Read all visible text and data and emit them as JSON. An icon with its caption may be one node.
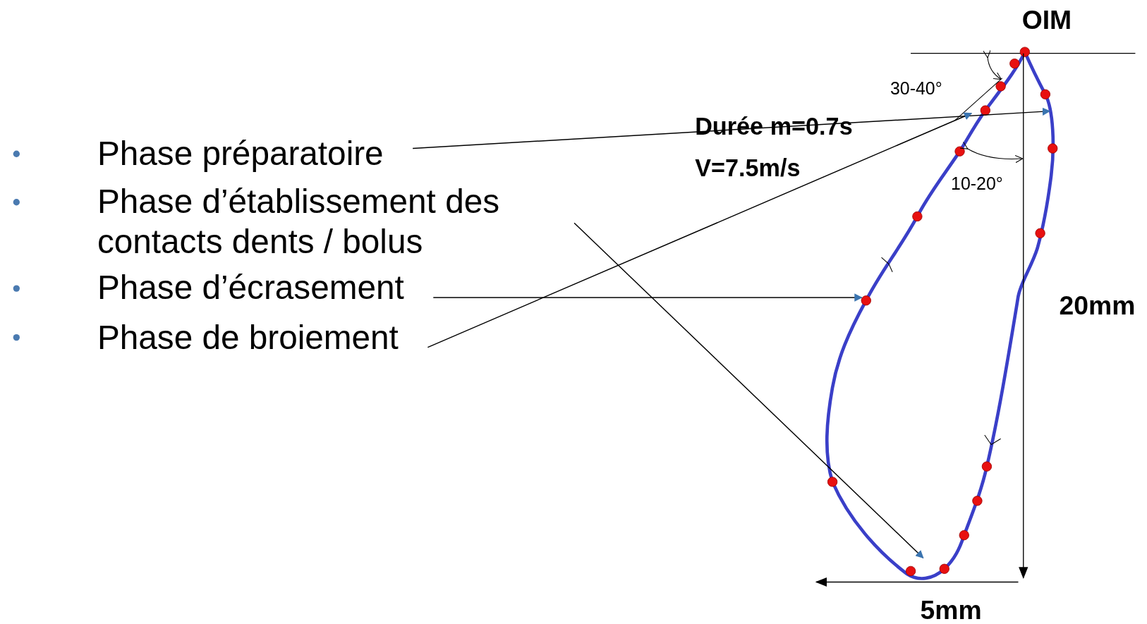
{
  "diagram": {
    "nodes": [
      {
        "text": [
          "Phase préparatoire"
        ]
      },
      {
        "text": [
          "Phase d’établissement des contacts dents / bolus"
        ]
      },
      {
        "text": [
          "Phase d’écrasement"
        ]
      },
      {
        "text": [
          "Phase de broiement"
        ]
      }
    ],
    "edges": [
      {
        "from": 0,
        "to": null,
        "arrow": "to"
      },
      {
        "from": 1,
        "to": null,
        "arrow": "to"
      },
      {
        "from": 2,
        "to": null,
        "arrow": "to"
      },
      {
        "from": 3,
        "to": null,
        "arrow": "to"
      }
    ],
    "labels": [
      "OIM",
      "30-40°",
      "Durée m=0.7s",
      "V=7.5m/s",
      "10-20°",
      "20mm",
      "5mm"
    ]
  }
}
